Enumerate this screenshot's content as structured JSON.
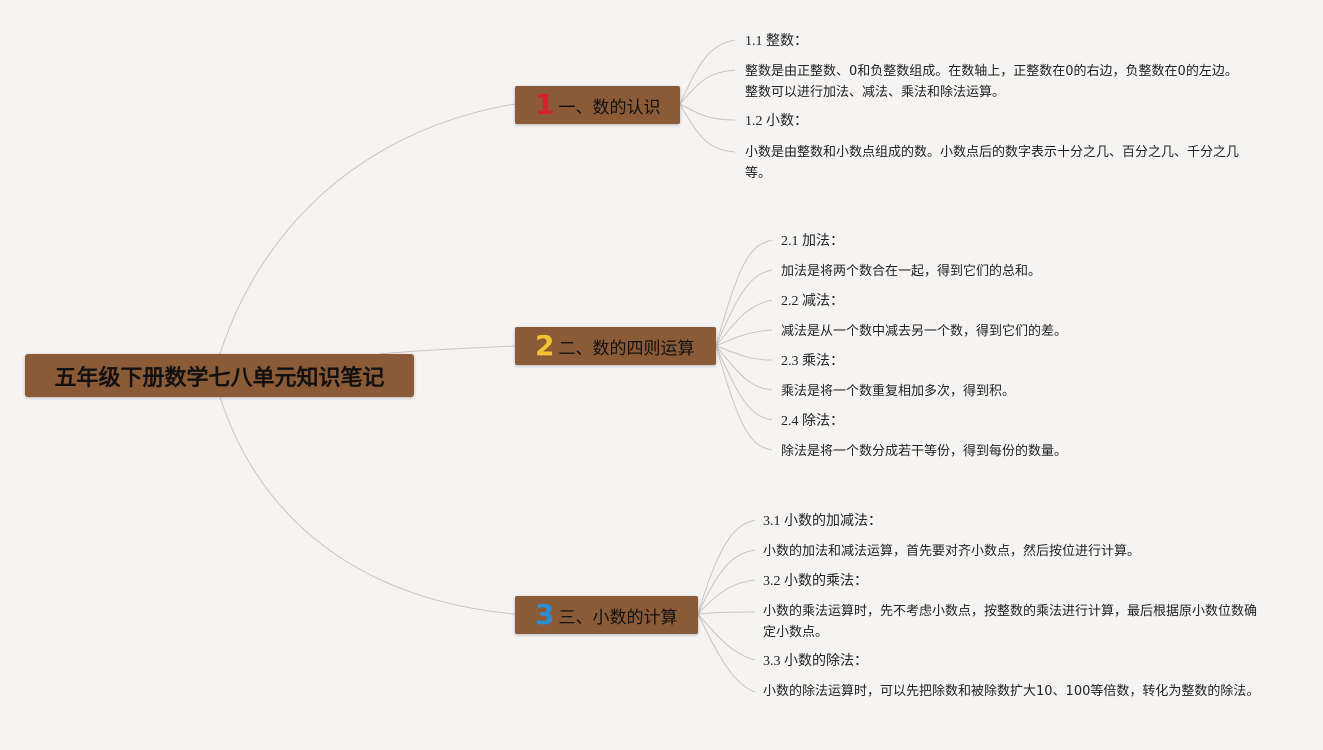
{
  "root": {
    "title": "五年级下册数学七八单元知识笔记"
  },
  "branches": [
    {
      "number": "1",
      "number_color": "#d8202a",
      "title": "一、数的认识",
      "items": [
        {
          "heading": "1.1 整数：",
          "text": "整数是由正整数、0和负整数组成。在数轴上，正整数在0的右边，负整数在0的左边。整数可以进行加法、减法、乘法和除法运算。"
        },
        {
          "heading": "1.2 小数：",
          "text": "小数是由整数和小数点组成的数。小数点后的数字表示十分之几、百分之几、千分之几等。"
        }
      ]
    },
    {
      "number": "2",
      "number_color": "#f2c230",
      "title": "二、数的四则运算",
      "items": [
        {
          "heading": "2.1 加法：",
          "text": "加法是将两个数合在一起，得到它们的总和。"
        },
        {
          "heading": "2.2 减法：",
          "text": "减法是从一个数中减去另一个数，得到它们的差。"
        },
        {
          "heading": "2.3 乘法：",
          "text": "乘法是将一个数重复相加多次，得到积。"
        },
        {
          "heading": "2.4 除法：",
          "text": "除法是将一个数分成若干等份，得到每份的数量。"
        }
      ]
    },
    {
      "number": "3",
      "number_color": "#2a8fd6",
      "title": "三、小数的计算",
      "items": [
        {
          "heading": "3.1 小数的加减法：",
          "text": "小数的加法和减法运算，首先要对齐小数点，然后按位进行计算。"
        },
        {
          "heading": "3.2 小数的乘法：",
          "text": "小数的乘法运算时，先不考虑小数点，按整数的乘法进行计算，最后根据原小数位数确定小数点。"
        },
        {
          "heading": "3.3 小数的除法：",
          "text": "小数的除法运算时，可以先把除数和被除数扩大10、100等倍数，转化为整数的除法。"
        }
      ]
    }
  ]
}
